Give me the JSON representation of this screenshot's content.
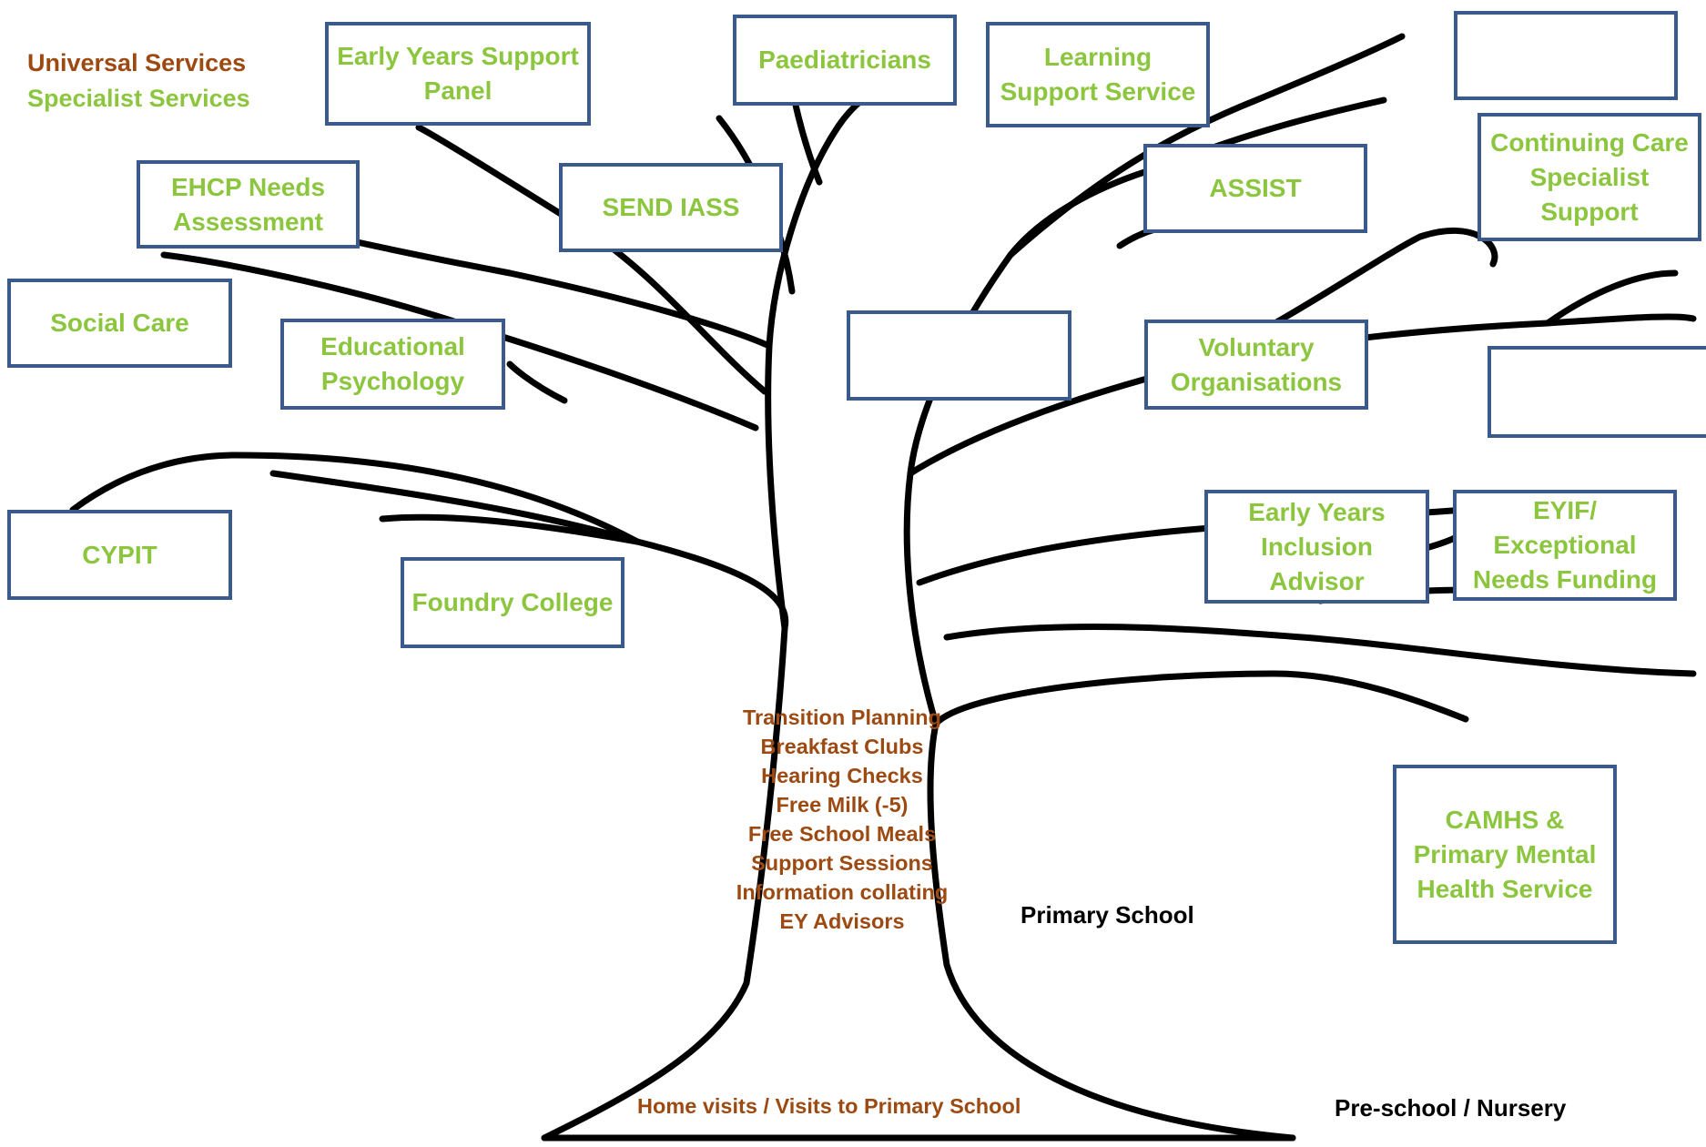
{
  "colors": {
    "universal": "#9c4a12",
    "specialist": "#8cc63f",
    "box_border": "#3b5a8c",
    "outline": "#000000"
  },
  "legend": {
    "universal": "Universal Services",
    "specialist": "Specialist Services"
  },
  "specialist_boxes": {
    "early_years_support_panel": "Early Years Support Panel",
    "paediatricians": "Paediatricians",
    "learning_support_service": "Learning Support Service",
    "blank_top_right": "",
    "ehcp_needs_assessment": "EHCP Needs Assessment",
    "send_iass": "SEND IASS",
    "assist": "ASSIST",
    "continuing_care": "Continuing Care Specialist Support",
    "social_care": "Social Care",
    "educational_psychology": "Educational Psychology",
    "blank_center": "",
    "voluntary_organisations": "Voluntary Organisations",
    "blank_right": "",
    "cypit": "CYPIT",
    "foundry_college": "Foundry College",
    "early_years_inclusion_advisor": "Early Years Inclusion Advisor",
    "eyif": "EYIF/ Exceptional Needs Funding",
    "camhs": "CAMHS & Primary Mental Health Service"
  },
  "universal_services": {
    "transition_planning": "Transition Planning",
    "breakfast_clubs": "Breakfast Clubs",
    "hearing_checks": "Hearing Checks",
    "free_milk": "Free Milk (-5)",
    "free_school_meals": "Free School Meals",
    "support_sessions": "Support Sessions",
    "information_collating": "Information collating",
    "ey_advisors": "EY Advisors",
    "home_visits": "Home visits  / Visits to Primary School"
  },
  "settings": {
    "primary_school": "Primary School",
    "pre_school": "Pre-school / Nursery"
  }
}
